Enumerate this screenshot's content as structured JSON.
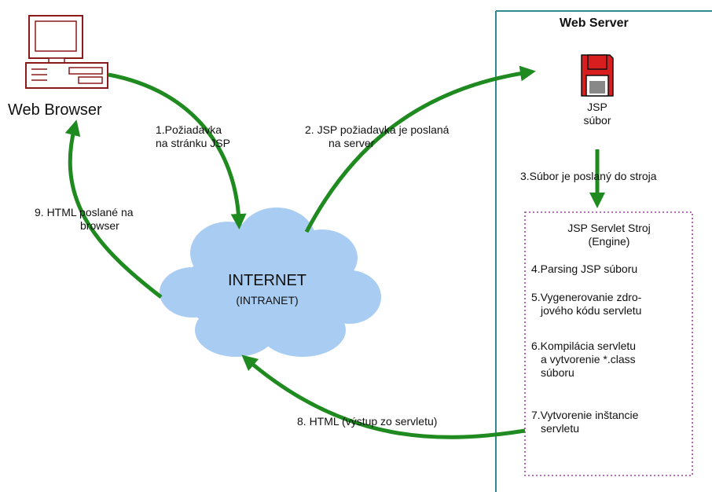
{
  "labels": {
    "web_browser": "Web Browser",
    "web_server": "Web Server",
    "jsp_file": [
      "JSP",
      "súbor"
    ],
    "internet": "INTERNET",
    "intranet": "(INTRANET)",
    "engine_title": [
      "JSP Servlet Stroj",
      "(Engine)"
    ]
  },
  "steps": {
    "s1": [
      "1.Požiadavka",
      "na stránku JSP"
    ],
    "s2": [
      "2. JSP požiadavka je poslaná",
      "na server"
    ],
    "s3": [
      "3.Súbor je poslaný do stroja"
    ],
    "s4": [
      "4.Parsing JSP súboru"
    ],
    "s5": [
      "5.Vygenerovanie zdro-",
      "jového kódu servletu"
    ],
    "s6": [
      "6.Kompilácia servletu",
      "a vytvorenie *.class",
      "súboru"
    ],
    "s7": [
      "7.Vytvorenie inštancie",
      "servletu"
    ],
    "s8": [
      "8. HTML (výstup zo servletu)"
    ],
    "s9": [
      "9. HTML poslané na",
      "browser"
    ]
  },
  "colors": {
    "arrow": "#1f8a1f",
    "server_border": "#2e8b8b",
    "engine_border": "#a040a0",
    "cloud": "#a9cdf2",
    "computer": "#8b1a1a",
    "floppy": "#d81e1e"
  }
}
